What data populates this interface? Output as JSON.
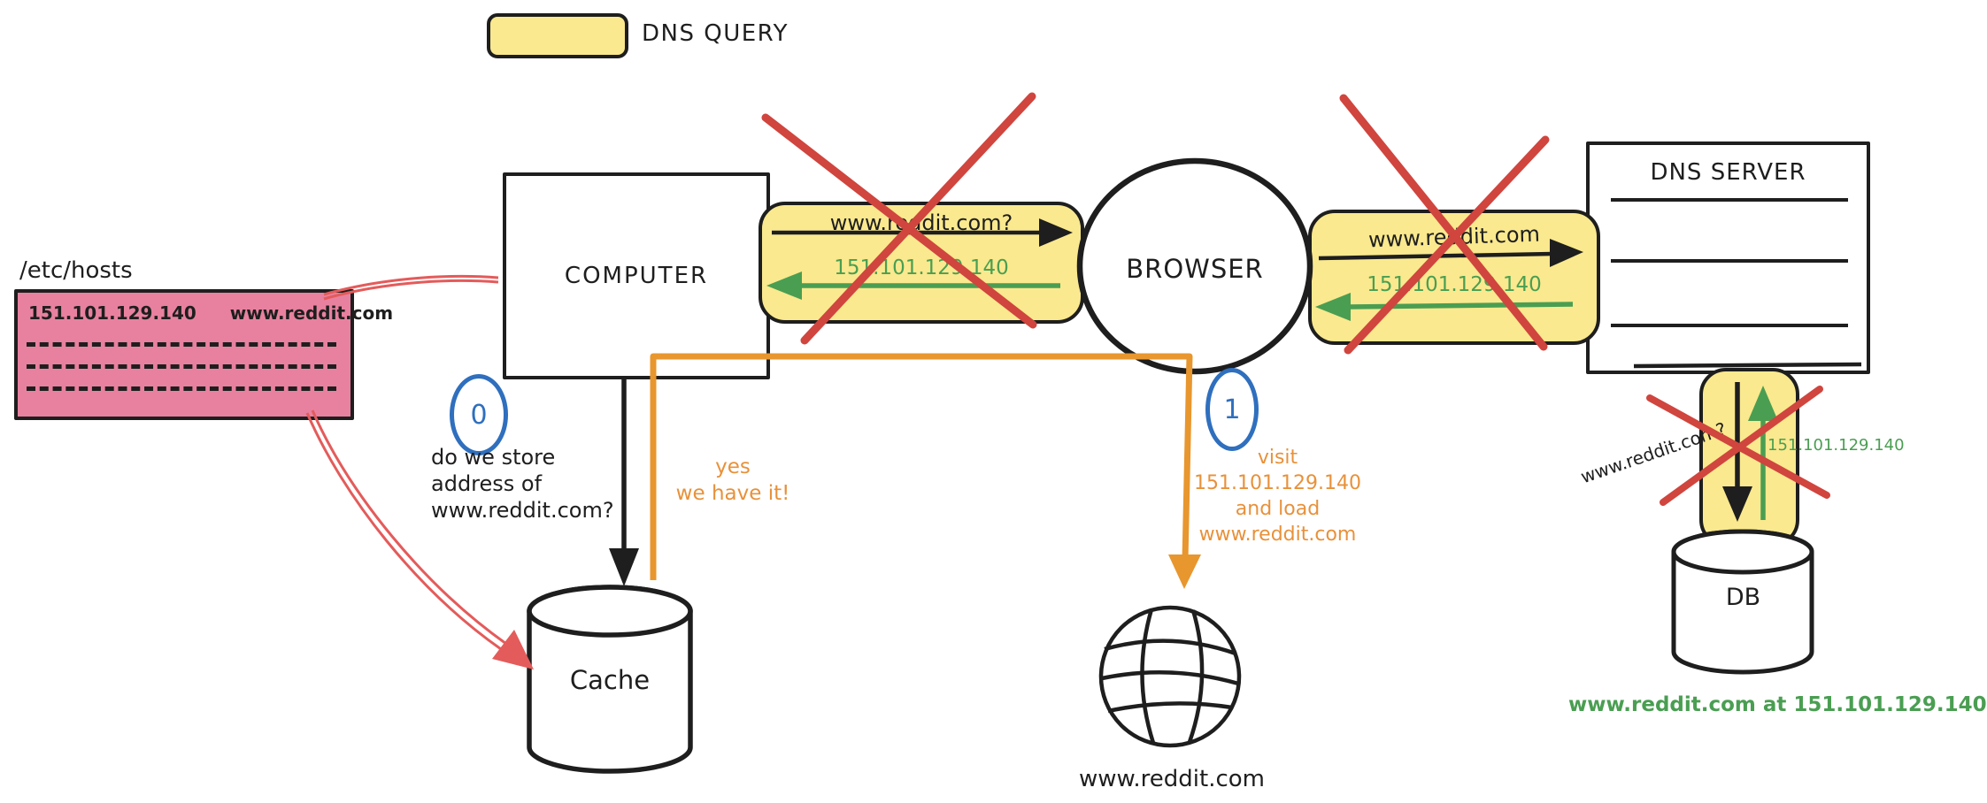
{
  "colors": {
    "ink": "#1e1e1e",
    "highlight_yellow": "#fae98e",
    "hosts_pink": "#e8819f",
    "cross_red": "#d0453e",
    "link_red": "#e45b5b",
    "response_green": "#4a9e52",
    "action_orange": "#e8962e",
    "step_blue": "#2f6fbe"
  },
  "legend": {
    "label": "DNS QUERY"
  },
  "etc_hosts": {
    "title": "/etc/hosts",
    "ip": "151.101.129.140",
    "host": "www.reddit.com"
  },
  "nodes": {
    "computer": "COMPUTER",
    "browser": "BROWSER",
    "dns_server": "DNS SERVER",
    "cache": "Cache",
    "db": "DB",
    "website": "www.reddit.com"
  },
  "links": {
    "computer_browser": {
      "query": "www.reddit.com?",
      "response": "151.101.129.140"
    },
    "browser_dns": {
      "query": "www.reddit.com",
      "response": "151.101.129.140"
    },
    "dns_db": {
      "query": "www.reddit.com?",
      "response": "151.101.129.140"
    }
  },
  "steps": {
    "zero": {
      "badge": "0",
      "lines": [
        "do we store",
        "address of",
        "www.reddit.com?"
      ]
    },
    "one": {
      "badge": "1",
      "lines": [
        "visit",
        "151.101.129.140",
        "and load",
        "www.reddit.com"
      ]
    }
  },
  "cache_reply": {
    "lines": [
      "yes",
      "we have it!"
    ]
  },
  "result": "www.reddit.com at 151.101.129.140"
}
